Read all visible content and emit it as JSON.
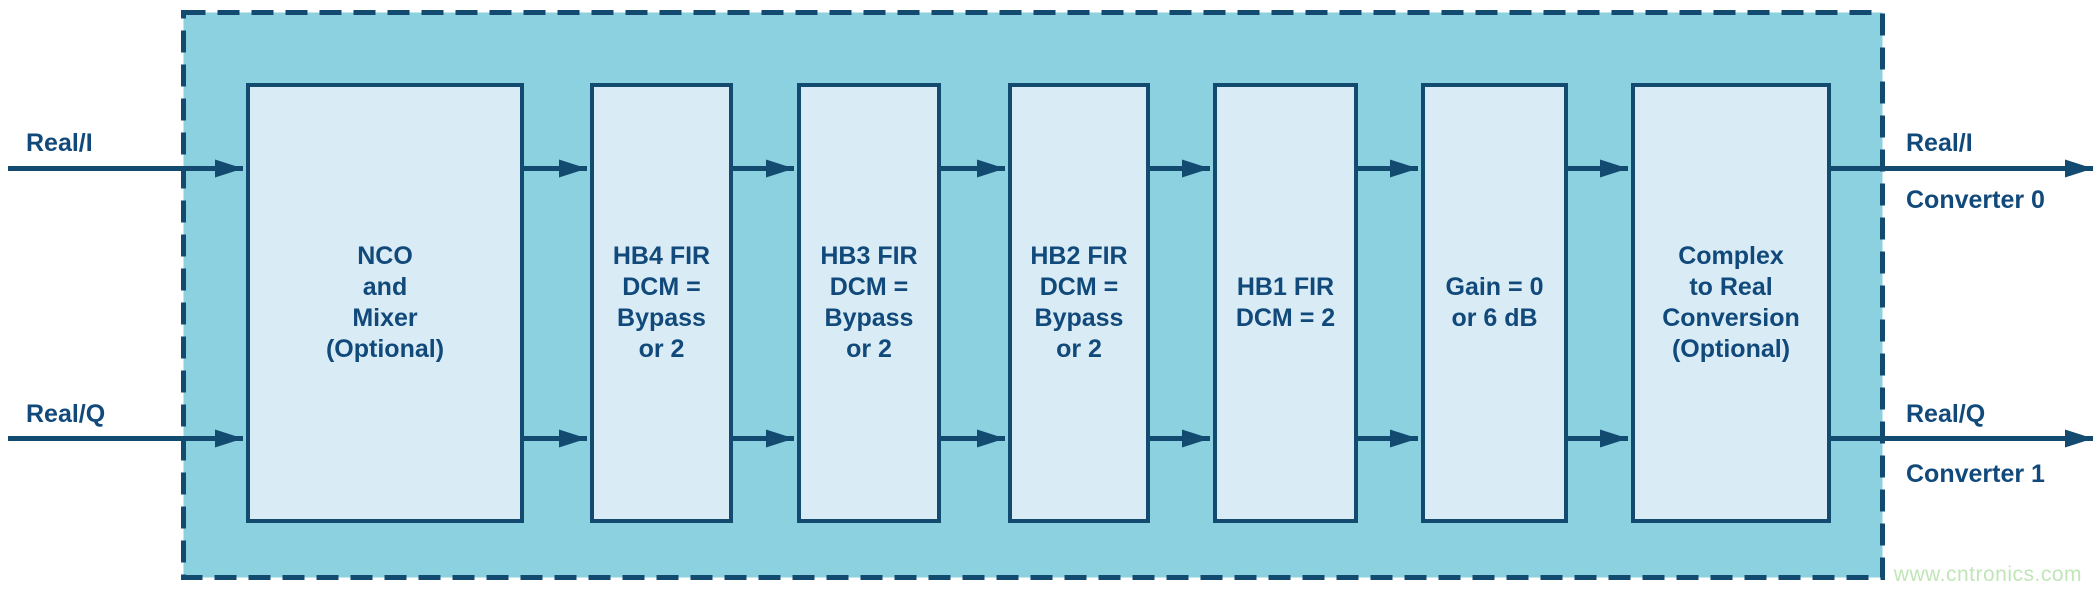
{
  "diagram": {
    "description": "Dual real input DDC signal chain block diagram",
    "colors": {
      "boundary_fill": "#8bd1e0",
      "block_fill": "#d9ecf6",
      "line_navy": "#134a70",
      "text_navy": "#11497a",
      "watermark_green": "#c0e6b8",
      "canvas_bg": "#ffffff"
    },
    "inputs": [
      {
        "label": "Real/I"
      },
      {
        "label": "Real/Q"
      }
    ],
    "outputs": [
      {
        "label": "Real/I",
        "converter": "Converter 0"
      },
      {
        "label": "Real/Q",
        "converter": "Converter 1"
      }
    ],
    "blocks": [
      {
        "name": "nco-mixer",
        "lines": [
          "NCO",
          "and",
          "Mixer",
          "(Optional)"
        ]
      },
      {
        "name": "hb4-fir",
        "lines": [
          "HB4 FIR",
          "DCM =",
          "Bypass",
          "or 2"
        ]
      },
      {
        "name": "hb3-fir",
        "lines": [
          "HB3 FIR",
          "DCM =",
          "Bypass",
          "or 2"
        ]
      },
      {
        "name": "hb2-fir",
        "lines": [
          "HB2 FIR",
          "DCM =",
          "Bypass",
          "or 2"
        ]
      },
      {
        "name": "hb1-fir",
        "lines": [
          "HB1 FIR",
          "DCM = 2"
        ]
      },
      {
        "name": "gain",
        "lines": [
          "Gain = 0",
          "or 6 dB"
        ]
      },
      {
        "name": "complex-to-real",
        "lines": [
          "Complex",
          "to Real",
          "Conversion",
          "(Optional)"
        ]
      }
    ],
    "watermark": "www.cntronics.com"
  }
}
